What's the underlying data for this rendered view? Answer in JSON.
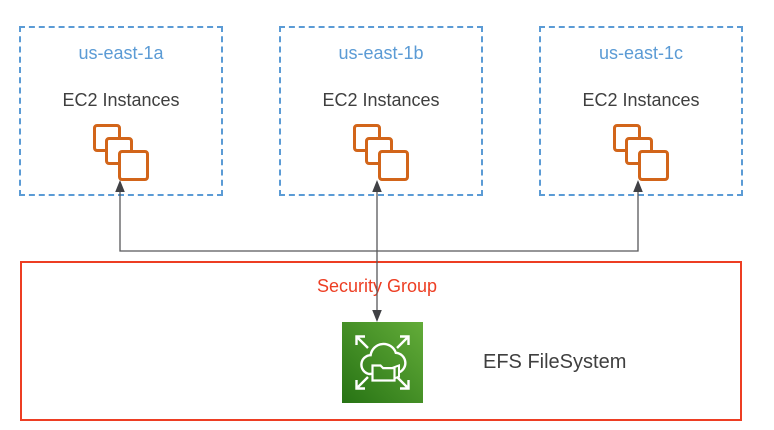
{
  "zones": [
    {
      "region": "us-east-1a",
      "instances_label": "EC2 Instances"
    },
    {
      "region": "us-east-1b",
      "instances_label": "EC2 Instances"
    },
    {
      "region": "us-east-1c",
      "instances_label": "EC2 Instances"
    }
  ],
  "security_group": {
    "label": "Security Group"
  },
  "efs": {
    "label": "EFS FileSystem"
  },
  "icons": {
    "ec2": "ec2-instances-stack-icon",
    "efs": "efs-cloud-folder-expand-icon"
  },
  "connections": [
    "efs-to-us-east-1a",
    "efs-to-us-east-1b",
    "efs-to-us-east-1c"
  ],
  "colors": {
    "az_border_blue": "#5B9BD5",
    "az_label_blue": "#5B9BD5",
    "body_text_gray": "#3F3F3F",
    "ec2_icon_orange": "#D2651A",
    "security_red": "#ED3E23",
    "connector_gray": "#57585A",
    "efs_green_dark": "#277314",
    "efs_green_light": "#63AC39"
  }
}
